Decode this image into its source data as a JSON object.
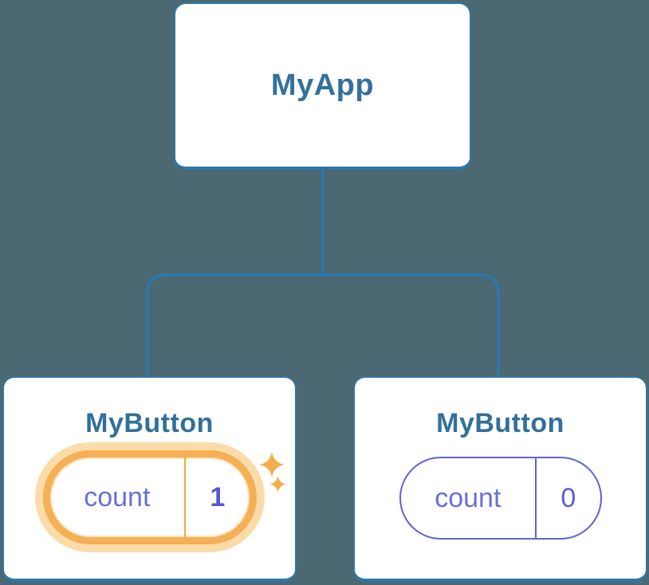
{
  "diagram": {
    "root": {
      "title": "MyApp"
    },
    "children": [
      {
        "title": "MyButton",
        "state_label": "count",
        "state_value": "1",
        "highlighted": true
      },
      {
        "title": "MyButton",
        "state_label": "count",
        "state_value": "0",
        "highlighted": false
      }
    ]
  },
  "icons": {
    "sparkle_large": "sparkle-four-point-star",
    "sparkle_small": "sparkle-four-point-star"
  },
  "colors": {
    "background": "#4C6872",
    "card_fill": "#FFFFFF",
    "card_border": "#2F76A7",
    "connector_line": "#2F77A8",
    "title_text": "#33719D",
    "state_label_text": "#6A6FDB",
    "state_value_text": "#595ED4",
    "state_value_highlight_text": "#5457CE",
    "pill_border": "#5E63D7",
    "highlight_orange": "#F5AF55",
    "highlight_halo": "#FBDCA8",
    "highlight_divider": "#EFA93F",
    "sparkle": "#F5AE4D"
  }
}
